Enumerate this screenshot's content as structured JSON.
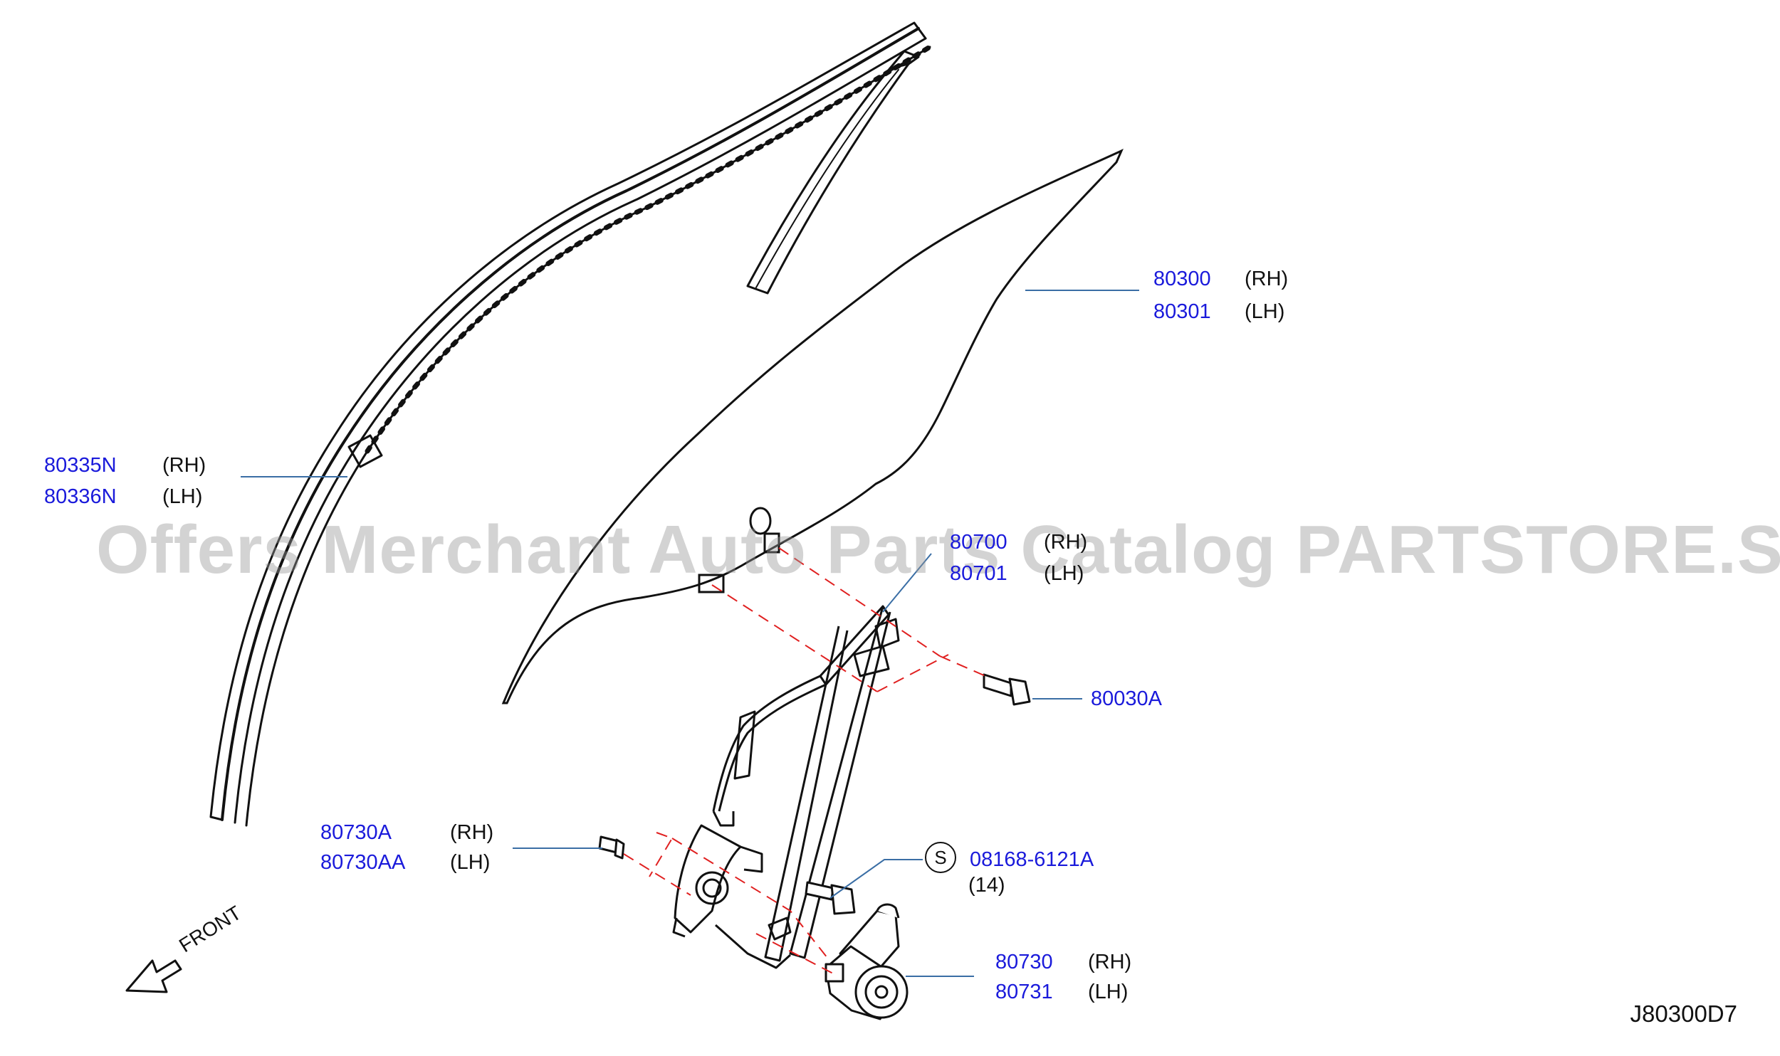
{
  "diagram": {
    "watermark": "Offers Merchant Auto Parts Catalog PARTSTORE.SA",
    "code": "J80300D7",
    "front_label": "FRONT",
    "callouts": {
      "glass_rh": "80300",
      "glass_rh_side": "(RH)",
      "glass_lh": "80301",
      "glass_lh_side": "(LH)",
      "sash_rh": "80335N",
      "sash_rh_side": "(RH)",
      "sash_lh": "80336N",
      "sash_lh_side": "(LH)",
      "regulator_rh": "80700",
      "regulator_rh_side": "(RH)",
      "regulator_lh": "80701",
      "regulator_lh_side": "(LH)",
      "bolt_glass": "80030A",
      "motor_bolt_rh": "80730A",
      "motor_bolt_rh_side": "(RH)",
      "motor_bolt_lh": "80730AA",
      "motor_bolt_lh_side": "(LH)",
      "std_bolt_symbol": "S",
      "std_bolt": "08168-6121A",
      "std_bolt_qty": "(14)",
      "motor_rh": "80730",
      "motor_rh_side": "(RH)",
      "motor_lh": "80731",
      "motor_lh_side": "(LH)"
    },
    "colors": {
      "part_number": "#1a1adb",
      "leader": "#3a6ea5",
      "dash": "#e02020",
      "ink": "#111111"
    }
  }
}
